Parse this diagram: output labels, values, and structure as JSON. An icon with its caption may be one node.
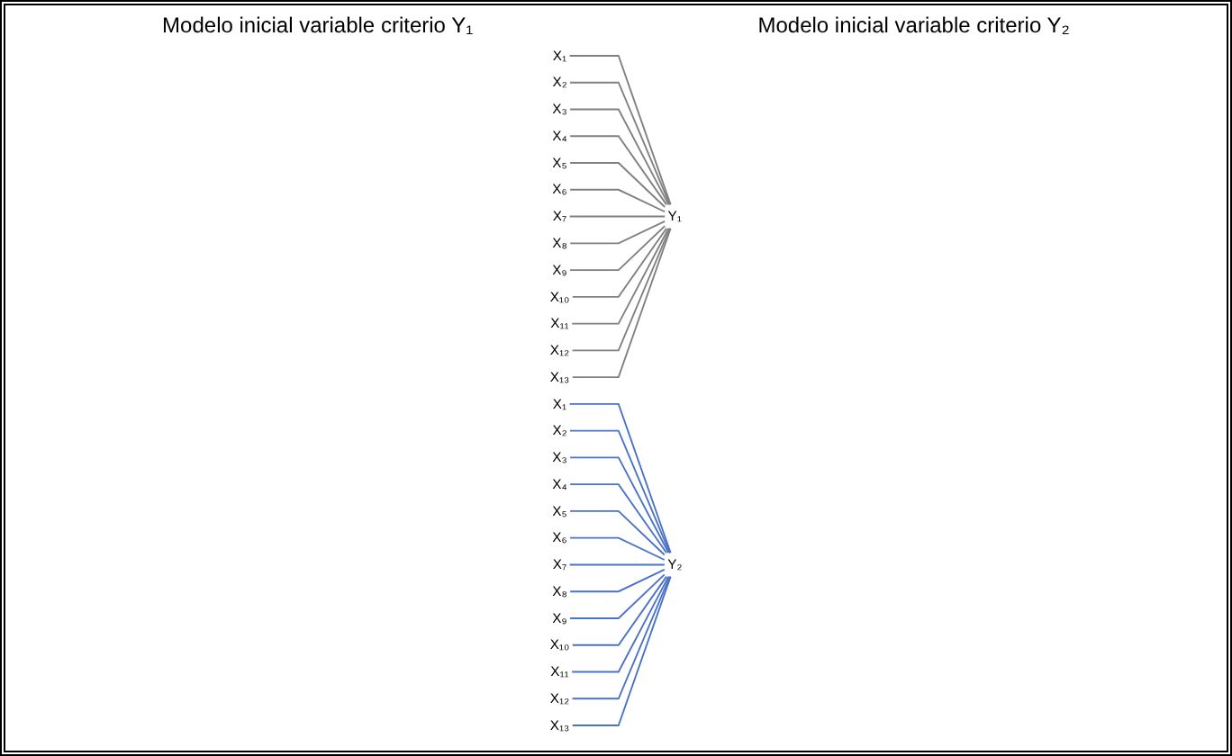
{
  "diagram": {
    "nodes": [
      {
        "text": [
          "X₁"
        ]
      },
      {
        "text": [
          "X₂"
        ]
      },
      {
        "text": [
          "X₃"
        ]
      },
      {
        "text": [
          "X₄"
        ]
      },
      {
        "text": [
          "X₅"
        ]
      },
      {
        "text": [
          "X₆"
        ]
      },
      {
        "text": [
          "X₇"
        ]
      },
      {
        "text": [
          "X₈"
        ]
      },
      {
        "text": [
          "X₉"
        ]
      },
      {
        "text": [
          "X₁₀"
        ]
      },
      {
        "text": [
          "X₁₁"
        ]
      },
      {
        "text": [
          "X₁₂"
        ]
      },
      {
        "text": [
          "X₁₃"
        ]
      },
      {
        "text": [
          "Y₁"
        ]
      },
      {
        "text": [
          "X₁"
        ]
      },
      {
        "text": [
          "X₂"
        ]
      },
      {
        "text": [
          "X₃"
        ]
      },
      {
        "text": [
          "X₄"
        ]
      },
      {
        "text": [
          "X₅"
        ]
      },
      {
        "text": [
          "X₆"
        ]
      },
      {
        "text": [
          "X₇"
        ]
      },
      {
        "text": [
          "X₈"
        ]
      },
      {
        "text": [
          "X₉"
        ]
      },
      {
        "text": [
          "X₁₀"
        ]
      },
      {
        "text": [
          "X₁₁"
        ]
      },
      {
        "text": [
          "X₁₂"
        ]
      },
      {
        "text": [
          "X₁₃"
        ]
      },
      {
        "text": [
          "Y₂"
        ]
      }
    ],
    "edges": [
      {
        "from": 0,
        "to": 13,
        "arrow": "none",
        "color": "#808080"
      },
      {
        "from": 1,
        "to": 13,
        "arrow": "none",
        "color": "#808080"
      },
      {
        "from": 2,
        "to": 13,
        "arrow": "none",
        "color": "#808080"
      },
      {
        "from": 3,
        "to": 13,
        "arrow": "none",
        "color": "#808080"
      },
      {
        "from": 4,
        "to": 13,
        "arrow": "none",
        "color": "#808080"
      },
      {
        "from": 5,
        "to": 13,
        "arrow": "none",
        "color": "#808080"
      },
      {
        "from": 6,
        "to": 13,
        "arrow": "none",
        "color": "#808080"
      },
      {
        "from": 7,
        "to": 13,
        "arrow": "none",
        "color": "#808080"
      },
      {
        "from": 8,
        "to": 13,
        "arrow": "none",
        "color": "#808080"
      },
      {
        "from": 9,
        "to": 13,
        "arrow": "none",
        "color": "#808080"
      },
      {
        "from": 10,
        "to": 13,
        "arrow": "none",
        "color": "#808080"
      },
      {
        "from": 11,
        "to": 13,
        "arrow": "none",
        "color": "#808080"
      },
      {
        "from": 12,
        "to": 13,
        "arrow": "none",
        "color": "#808080"
      },
      {
        "from": 14,
        "to": 27,
        "arrow": "none",
        "color": "#4a72c8"
      },
      {
        "from": 15,
        "to": 27,
        "arrow": "none",
        "color": "#4a72c8"
      },
      {
        "from": 16,
        "to": 27,
        "arrow": "none",
        "color": "#4a72c8"
      },
      {
        "from": 17,
        "to": 27,
        "arrow": "none",
        "color": "#4a72c8"
      },
      {
        "from": 18,
        "to": 27,
        "arrow": "none",
        "color": "#4a72c8"
      },
      {
        "from": 19,
        "to": 27,
        "arrow": "none",
        "color": "#4a72c8"
      },
      {
        "from": 20,
        "to": 27,
        "arrow": "none",
        "color": "#4a72c8"
      },
      {
        "from": 21,
        "to": 27,
        "arrow": "none",
        "color": "#4a72c8"
      },
      {
        "from": 22,
        "to": 27,
        "arrow": "none",
        "color": "#4a72c8"
      },
      {
        "from": 23,
        "to": 27,
        "arrow": "none",
        "color": "#4a72c8"
      },
      {
        "from": 24,
        "to": 27,
        "arrow": "none",
        "color": "#4a72c8"
      },
      {
        "from": 25,
        "to": 27,
        "arrow": "none",
        "color": "#4a72c8"
      },
      {
        "from": 26,
        "to": 27,
        "arrow": "none",
        "color": "#4a72c8"
      }
    ],
    "labels": [
      "Modelo inicial variable criterio Y₁",
      "Modelo inicial variable criterio Y₂"
    ]
  }
}
